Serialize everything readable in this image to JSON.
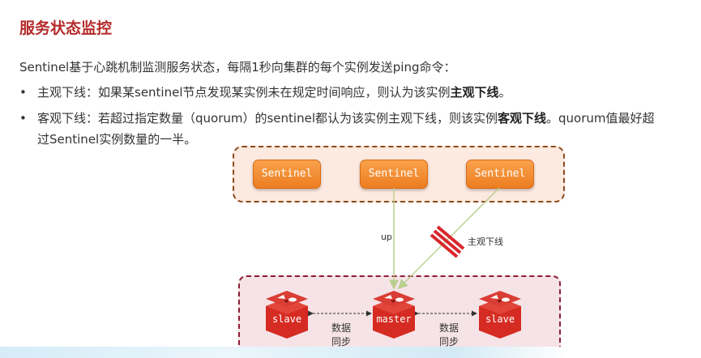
{
  "header": {
    "title": "服务状态监控"
  },
  "intro": "Sentinel基于心跳机制监测服务状态，每隔1秒向集群的每个实例发送ping命令：",
  "bullets": [
    {
      "dot": "•",
      "prefix": "主观下线：如果某sentinel节点发现某实例未在规定时间响应，则认为该实例",
      "bold": "主观下线",
      "suffix": "。"
    },
    {
      "dot": "•",
      "prefix": "客观下线：若超过指定数量（quorum）的sentinel都认为该实例主观下线，则该实例",
      "bold": "客观下线",
      "suffix": "。quorum值最好超",
      "line2": "过Sentinel实例数量的一半。"
    }
  ],
  "diagram": {
    "sentinels": [
      "Sentinel",
      "Sentinel",
      "Sentinel"
    ],
    "nodes": [
      "slave",
      "master",
      "slave"
    ],
    "edge_up": "up",
    "edge_down": "主观下线",
    "sync_labels": [
      {
        "line1": "数据",
        "line2": "同步"
      },
      {
        "line1": "数据",
        "line2": "同步"
      }
    ],
    "colors": {
      "sentinel": "#f08a2e",
      "redis": "#c4221b",
      "title": "#b52a2a",
      "top_group_border": "#8a4a1e",
      "bottom_group_border": "#8c1f36"
    }
  }
}
